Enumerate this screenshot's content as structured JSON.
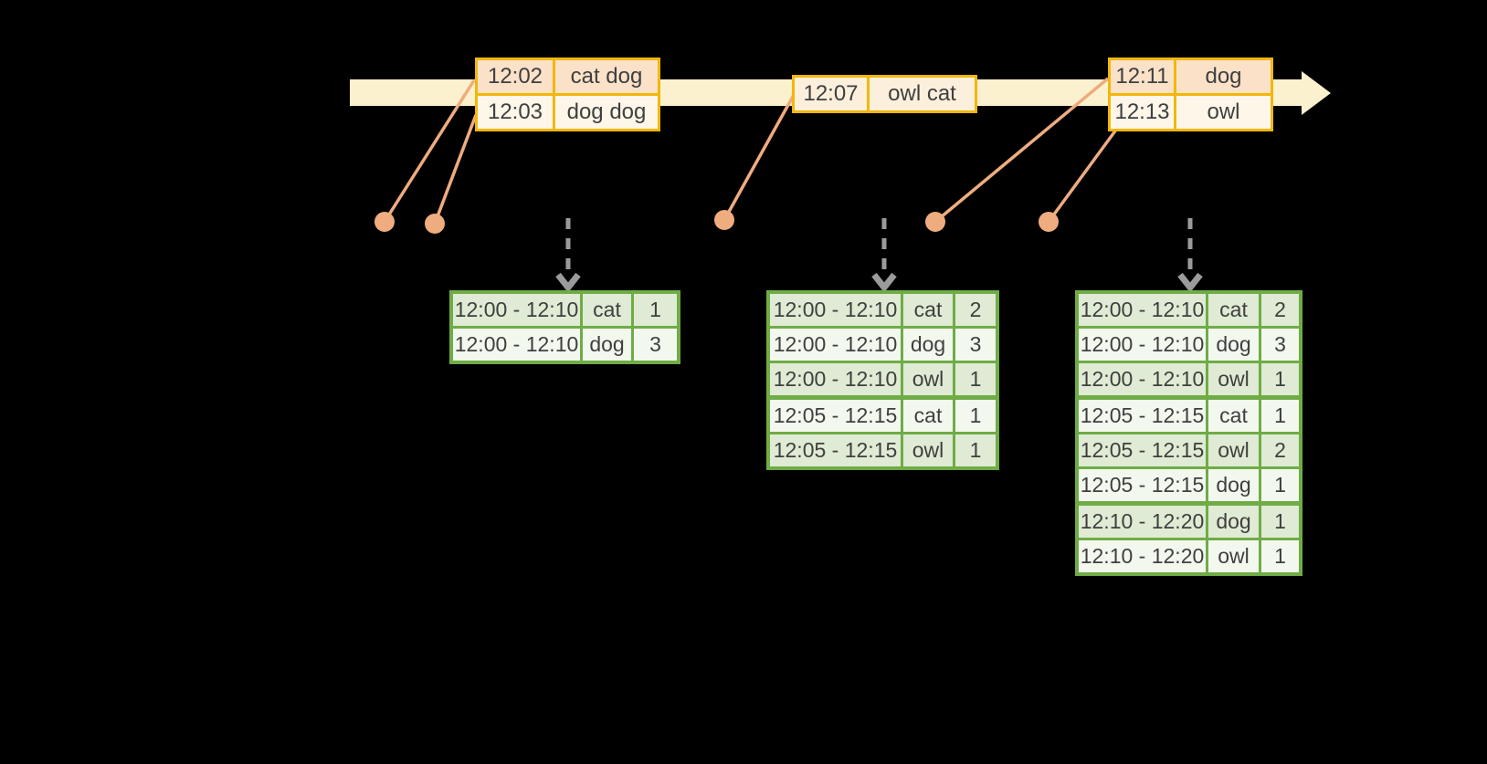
{
  "timeline": {
    "event_tables": [
      {
        "rows": [
          {
            "time": "12:02",
            "words": "cat dog"
          },
          {
            "time": "12:03",
            "words": "dog dog"
          }
        ]
      },
      {
        "rows": [
          {
            "time": "12:07",
            "words": "owl cat"
          }
        ]
      },
      {
        "rows": [
          {
            "time": "12:11",
            "words": "dog"
          },
          {
            "time": "12:13",
            "words": "owl"
          }
        ]
      }
    ]
  },
  "result_tables": [
    {
      "rows": [
        {
          "window": "12:00 - 12:10",
          "word": "cat",
          "count": "1"
        },
        {
          "window": "12:00 - 12:10",
          "word": "dog",
          "count": "3"
        }
      ]
    },
    {
      "rows": [
        {
          "window": "12:00 - 12:10",
          "word": "cat",
          "count": "2"
        },
        {
          "window": "12:00 - 12:10",
          "word": "dog",
          "count": "3"
        },
        {
          "window": "12:00 - 12:10",
          "word": "owl",
          "count": "1"
        },
        {
          "window": "12:05 - 12:15",
          "word": "cat",
          "count": "1",
          "sep": true
        },
        {
          "window": "12:05 - 12:15",
          "word": "owl",
          "count": "1"
        }
      ]
    },
    {
      "rows": [
        {
          "window": "12:00 - 12:10",
          "word": "cat",
          "count": "2"
        },
        {
          "window": "12:00 - 12:10",
          "word": "dog",
          "count": "3"
        },
        {
          "window": "12:00 - 12:10",
          "word": "owl",
          "count": "1"
        },
        {
          "window": "12:05 - 12:15",
          "word": "cat",
          "count": "1",
          "sep": true
        },
        {
          "window": "12:05 - 12:15",
          "word": "owl",
          "count": "2"
        },
        {
          "window": "12:05 - 12:15",
          "word": "dog",
          "count": "1"
        },
        {
          "window": "12:10 - 12:20",
          "word": "dog",
          "count": "1",
          "sep": true
        },
        {
          "window": "12:10 - 12:20",
          "word": "owl",
          "count": "1"
        }
      ]
    }
  ],
  "colors": {
    "background": "#000000",
    "timeline_band": "#FBF1CE",
    "event_border": "#F2B70A",
    "event_fill_peach": "#FAE1C8",
    "event_fill_cream": "#FDF6E9",
    "connector": "#EFAC7F",
    "trigger_arrow": "#9B9B9B",
    "result_border": "#6FAC46",
    "result_fill_dark": "#DFEBD4",
    "result_fill_light": "#F3F8EF",
    "text": "#3F3F3F"
  }
}
